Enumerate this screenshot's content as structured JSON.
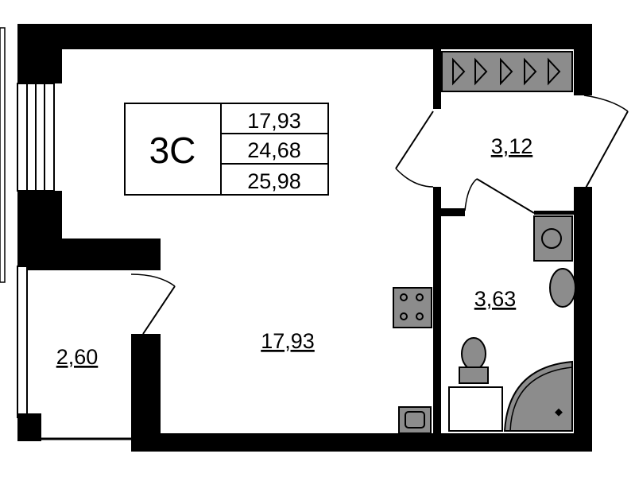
{
  "plan": {
    "unit_type": "3C",
    "areas_summary": [
      "17,93",
      "24,68",
      "25,98"
    ],
    "rooms": {
      "living": "17,93",
      "hall": "3,12",
      "bathroom": "3,63",
      "balcony": "2,60"
    }
  },
  "colors": {
    "wall": "#000000",
    "fixture": "#8c8c8c",
    "background": "#ffffff"
  }
}
